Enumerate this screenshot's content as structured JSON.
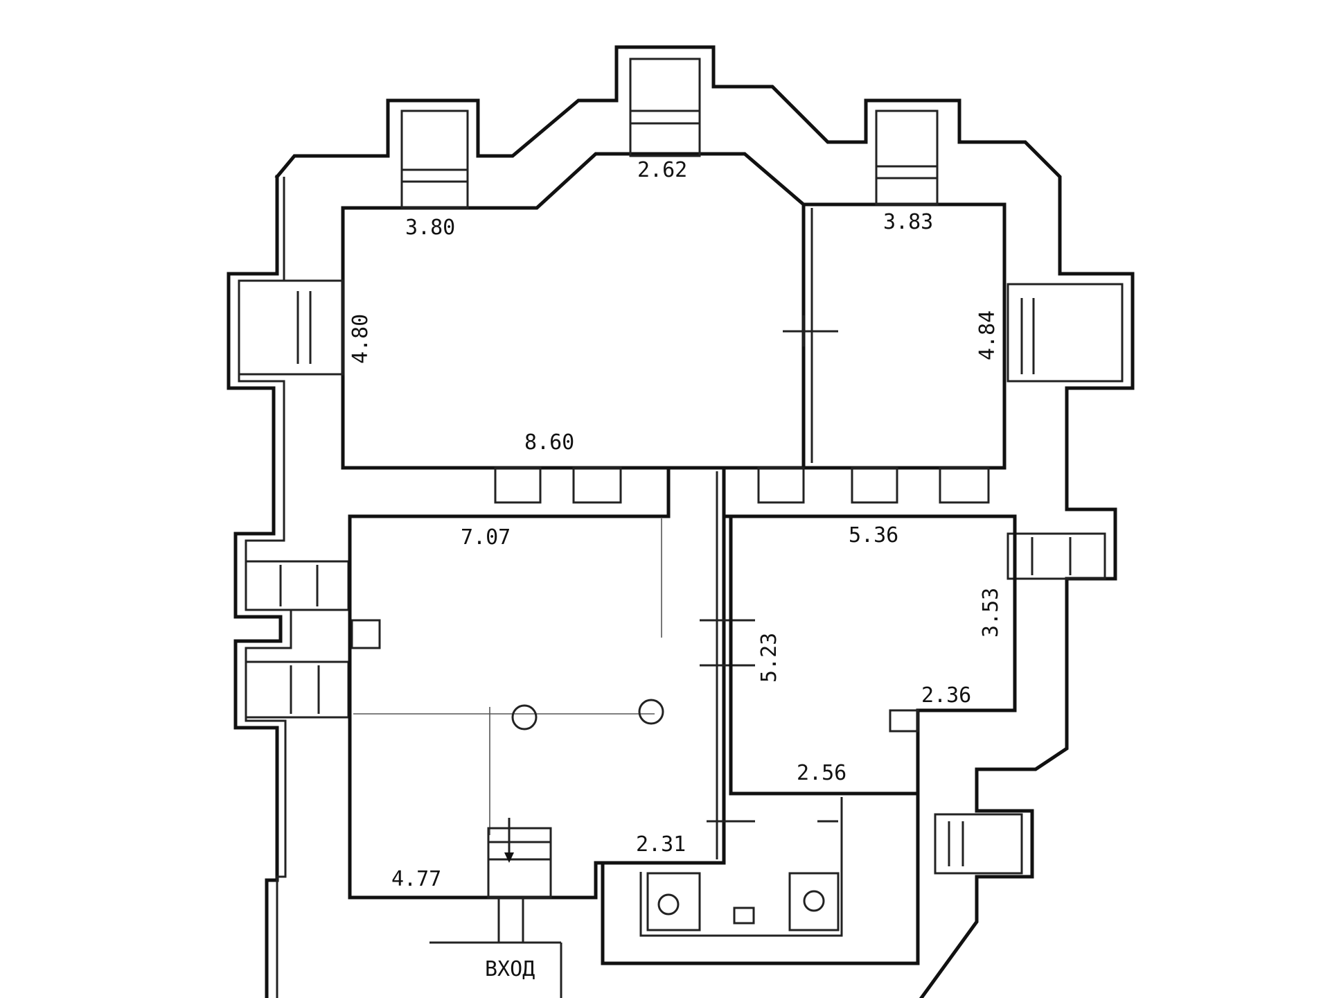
{
  "plan": {
    "dimensions": {
      "room_a_top": "3.80",
      "bay_top_width": "2.62",
      "room_b_top": "3.83",
      "room_a_height": "4.80",
      "room_b_height": "4.84",
      "room_a_bottom": "8.60",
      "hall_top": "7.07",
      "room_c_top": "5.36",
      "room_c_height": "3.53",
      "corridor_height": "5.23",
      "room_c_notch": "2.36",
      "wc_top": "2.56",
      "wc_left": "2.31",
      "hall_bottom": "4.77"
    },
    "entrance_label": "ВХОД"
  }
}
